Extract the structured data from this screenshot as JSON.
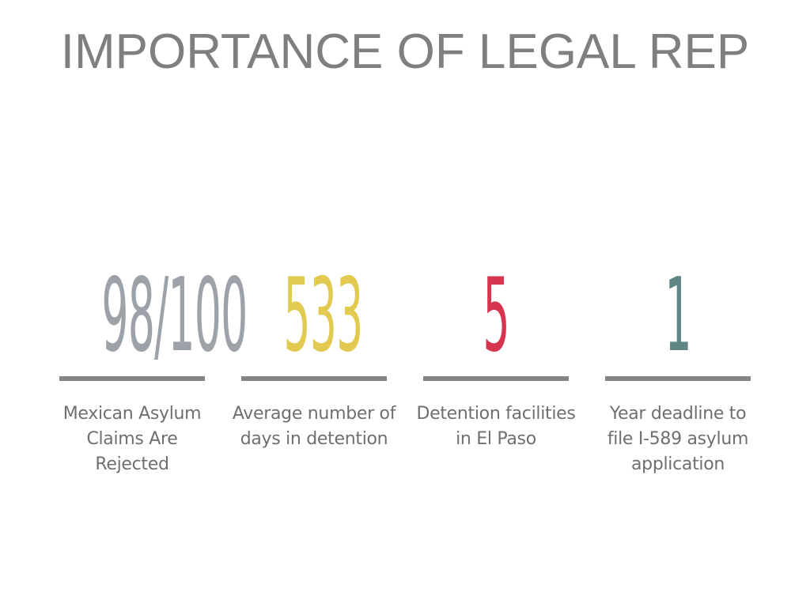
{
  "slide": {
    "title": "IMPORTANCE OF LEGAL REP"
  },
  "stats": [
    {
      "number": "98/100",
      "caption": "Mexican Asylum Claims Are Rejected",
      "color": "#9da2a8"
    },
    {
      "number": "533",
      "caption": "Average number of days  in detention",
      "color": "#e2c94f"
    },
    {
      "number": "5",
      "caption": "Detention facilities in El Paso",
      "color": "#d7344d"
    },
    {
      "number": "1",
      "caption": "Year deadline to file I-589 asylum application",
      "color": "#5f8585"
    }
  ],
  "colors": {
    "title": "#7f7f7f",
    "rule": "#858585",
    "caption": "#6f6f6f"
  }
}
